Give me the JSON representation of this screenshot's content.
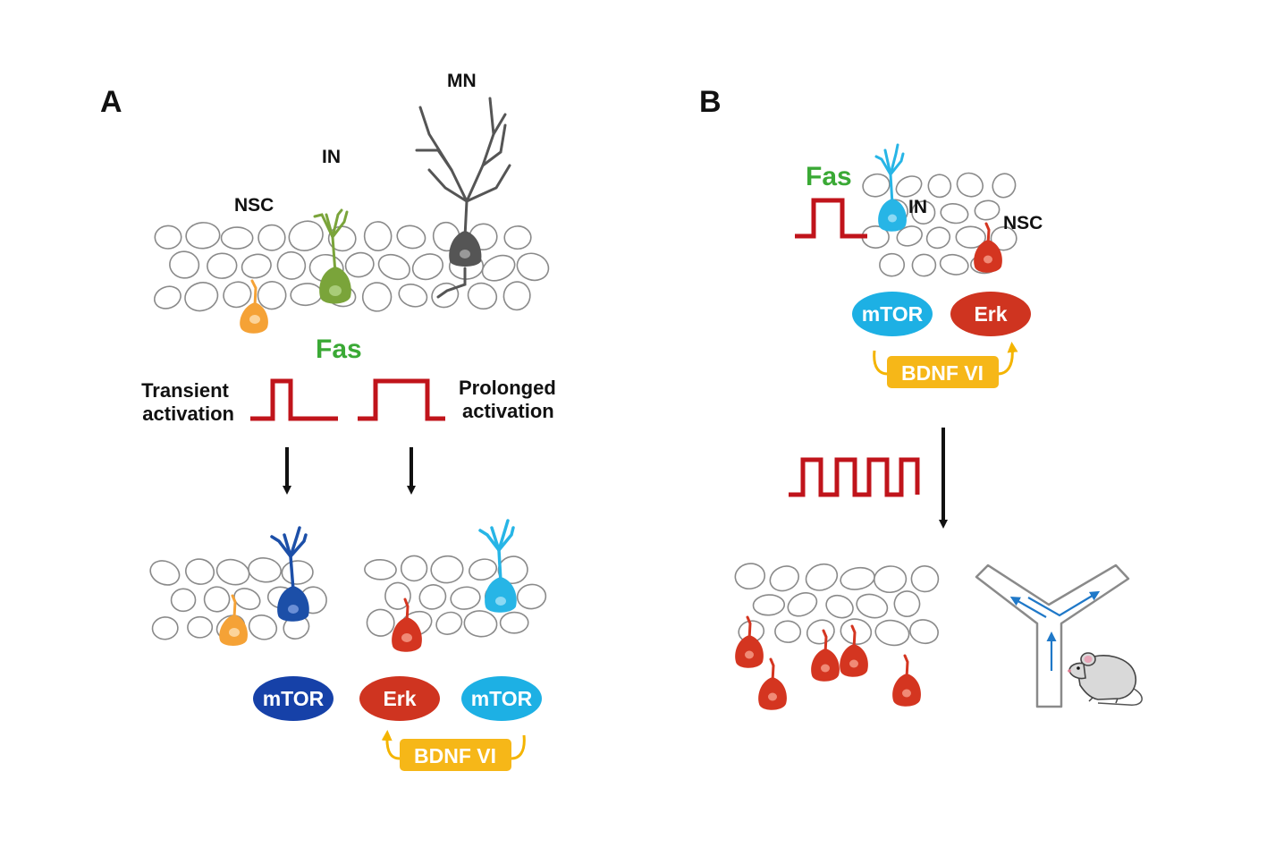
{
  "panel_a": {
    "letter": "A",
    "labels": {
      "nsc": "NSC",
      "in": "IN",
      "mn": "MN",
      "fas": "Fas"
    },
    "transient": {
      "line1": "Transient",
      "line2": "activation"
    },
    "prolonged": {
      "line1": "Prolonged",
      "line2": "activation"
    },
    "pills": {
      "mtor_left": "mTOR",
      "erk": "Erk",
      "mtor_right": "mTOR",
      "bdnf": "BDNF VI"
    }
  },
  "panel_b": {
    "letter": "B",
    "labels": {
      "fas": "Fas",
      "in": "IN",
      "nsc": "NSC"
    },
    "pills": {
      "mtor": "mTOR",
      "erk": "Erk",
      "bdnf": "BDNF VI"
    }
  },
  "colors": {
    "nsc_orange": "#f5a236",
    "in_green": "#7aa43a",
    "mn_gray": "#555555",
    "in_dark_blue": "#1c4fa8",
    "in_light_blue": "#27b5e6",
    "nsc_red": "#d43520",
    "mtor_dark_blue": "#1641a8",
    "mtor_light_blue": "#1db0e4",
    "erk_red": "#cf3420",
    "bdnf_yellow": "#f6b718",
    "pulse_red": "#c0141b",
    "fas_green": "#3aa935"
  }
}
